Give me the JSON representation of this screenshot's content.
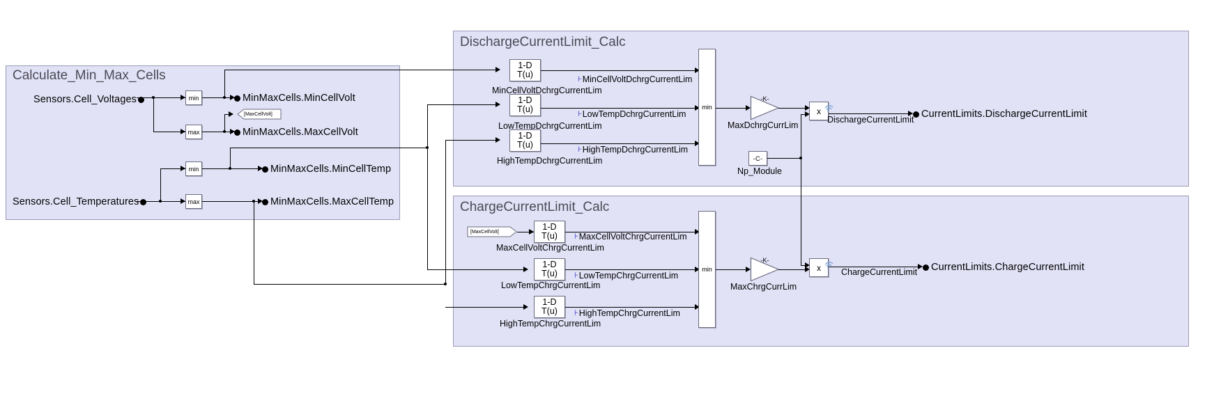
{
  "diagram": {
    "type": "simulink-block-diagram",
    "background": "#ffffff",
    "subsystem_fill": "#e2e2f7",
    "subsystem_border": "#9a9ab4",
    "signal_marker_color": "#3b3bc8"
  },
  "subsystems": [
    {
      "id": "calc_min_max",
      "title": "Calculate_Min_Max_Cells"
    },
    {
      "id": "discharge",
      "title": "DischargeCurrentLimit_Calc"
    },
    {
      "id": "charge",
      "title": "ChargeCurrentLimit_Calc"
    }
  ],
  "inputs": [
    {
      "id": "cell_voltages",
      "label": "Sensors.Cell_Voltages"
    },
    {
      "id": "cell_temperatures",
      "label": "Sensors.Cell_Temperatures"
    }
  ],
  "outputs": [
    {
      "id": "min_cell_volt",
      "label": "MinMaxCells.MinCellVolt"
    },
    {
      "id": "max_cell_volt",
      "label": "MinMaxCells.MaxCellVolt"
    },
    {
      "id": "min_cell_temp",
      "label": "MinMaxCells.MinCellTemp"
    },
    {
      "id": "max_cell_temp",
      "label": "MinMaxCells.MaxCellTemp"
    },
    {
      "id": "discharge_current_limit",
      "label": "CurrentLimits.DischargeCurrentLimit"
    },
    {
      "id": "charge_current_limit",
      "label": "CurrentLimits.ChargeCurrentLimit"
    }
  ],
  "minmax_blocks": [
    {
      "id": "volt_min",
      "label": "min"
    },
    {
      "id": "volt_max",
      "label": "max"
    },
    {
      "id": "temp_min",
      "label": "min"
    },
    {
      "id": "temp_max",
      "label": "max"
    }
  ],
  "tags": [
    {
      "id": "goto_maxcellvolt",
      "label": "[MaxCellVolt]",
      "kind": "goto"
    },
    {
      "id": "from_maxcellvolt",
      "label": "[MaxCellVolt]",
      "kind": "from"
    }
  ],
  "lookup_block_text": {
    "line1": "1-D",
    "line2": "T(u)"
  },
  "discharge_section": {
    "title": "DischargeCurrentLimit_Calc",
    "lookup_tables": [
      {
        "id": "mincellvolt_dchrg",
        "caption": "MinCellVoltDchrgCurrentLim",
        "signal": "MinCellVoltDchrgCurrentLim"
      },
      {
        "id": "lowtemp_dchrg",
        "caption": "LowTempDchrgCurrentLim",
        "signal": "LowTempDchrgCurrentLim"
      },
      {
        "id": "hightemp_dchrg",
        "caption": "HighTempDchrgCurrentLim",
        "signal": "HighTempDchrgCurrentLim"
      }
    ],
    "min_block_label": "min",
    "gain": {
      "label": "-K-",
      "caption": "MaxDchrgCurrLim"
    },
    "constant": {
      "label": "-C-",
      "caption": "Np_Module"
    },
    "product": {
      "label": "x",
      "signal": "DischargeCurrentLimit"
    },
    "output": "CurrentLimits.DischargeCurrentLimit"
  },
  "charge_section": {
    "title": "ChargeCurrentLimit_Calc",
    "from_tag": "[MaxCellVolt]",
    "lookup_tables": [
      {
        "id": "maxcellvolt_chrg",
        "caption": "MaxCellVoltChrgCurrentLim",
        "signal": "MaxCellVoltChrgCurrentLim"
      },
      {
        "id": "lowtemp_chrg",
        "caption": "LowTempChrgCurrentLim",
        "signal": "LowTempChrgCurrentLim"
      },
      {
        "id": "hightemp_chrg",
        "caption": "HighTempChrgCurrentLim",
        "signal": "HighTempChrgCurrentLim"
      }
    ],
    "min_block_label": "min",
    "gain": {
      "label": "-K-",
      "caption": "MaxChrgCurrLim"
    },
    "product": {
      "label": "x",
      "signal": "ChargeCurrentLimit"
    },
    "output": "CurrentLimits.ChargeCurrentLimit"
  }
}
